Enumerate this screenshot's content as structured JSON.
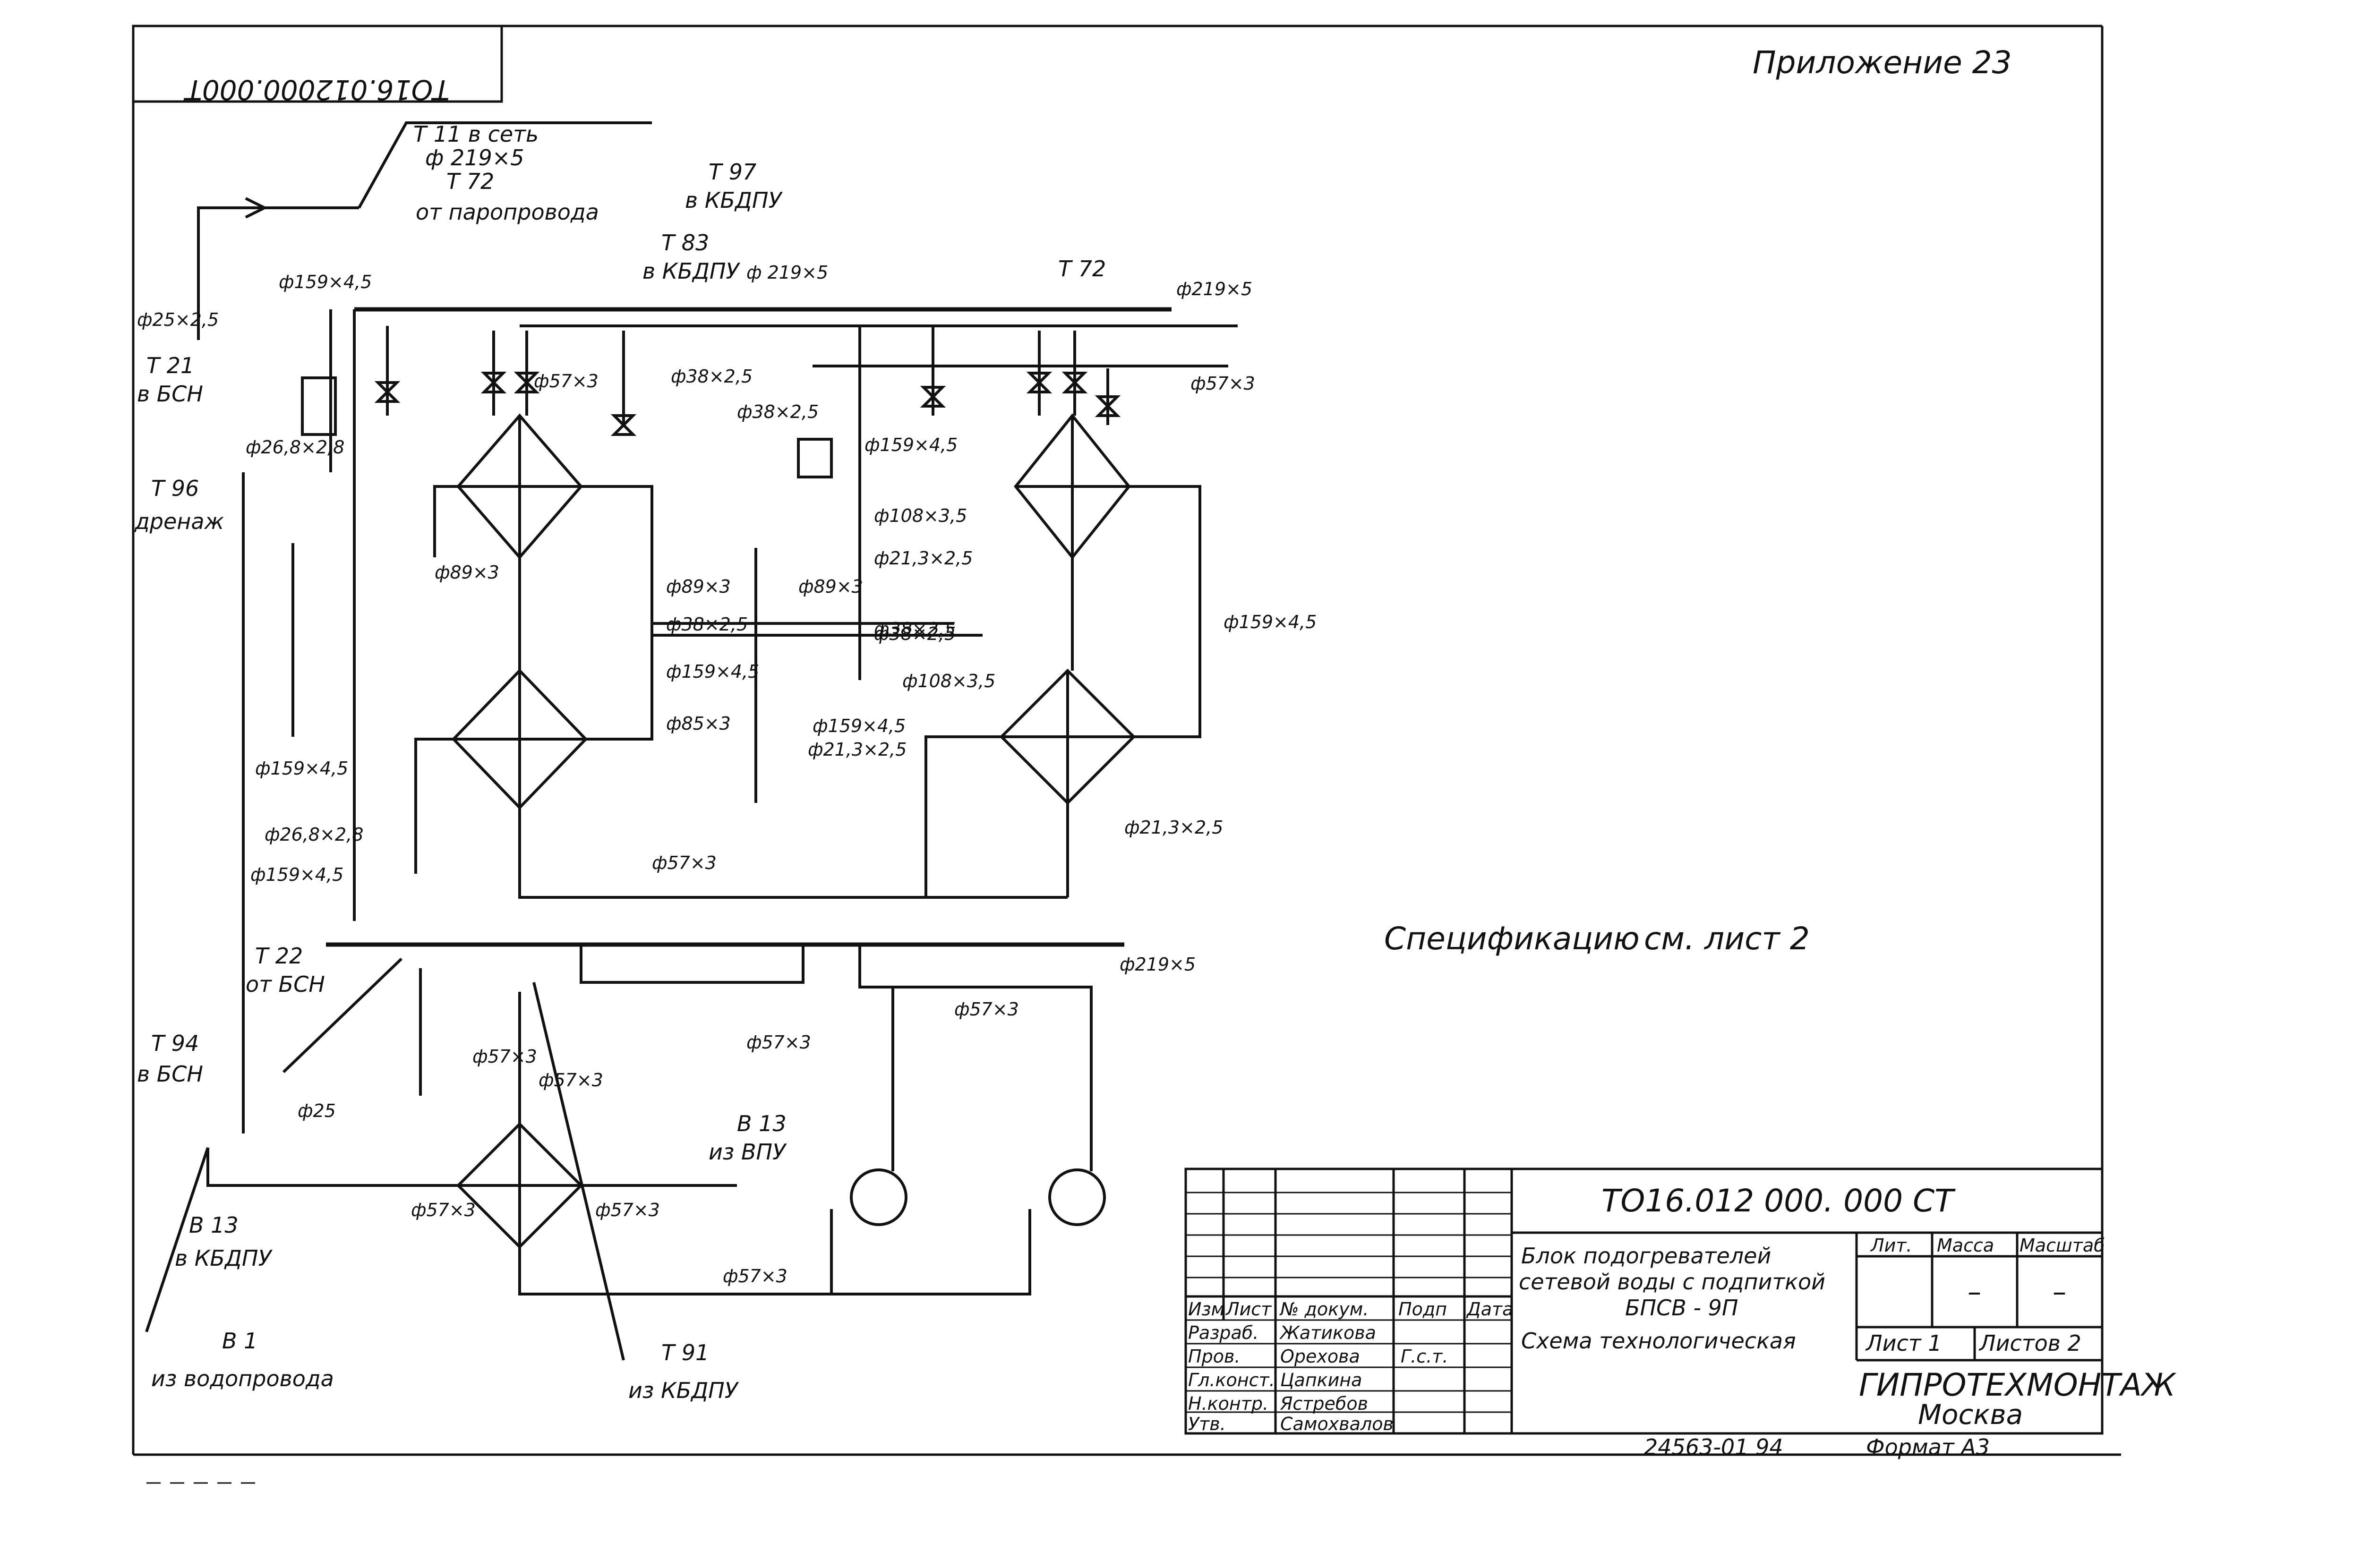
{
  "header": {
    "appendix": "Приложение 23",
    "mirrored_code": "ТО16.012000.000Т"
  },
  "note": {
    "spec": "Спецификацию",
    "spec_ref": "см. лист 2"
  },
  "lines": [
    {
      "id": "t11",
      "code": "Т 11 в сеть",
      "size": "ф 219×5"
    },
    {
      "id": "t72a",
      "code": "Т 72",
      "desc": "от паропровода"
    },
    {
      "id": "t97",
      "code": "Т 97",
      "desc": "в КБДПУ"
    },
    {
      "id": "t83",
      "code": "Т 83",
      "desc": "в КБДПУ"
    },
    {
      "id": "t72b",
      "code": "Т 72"
    },
    {
      "id": "t21",
      "code": "Т 21",
      "desc": "в БСН"
    },
    {
      "id": "t96",
      "code": "Т 96",
      "desc": "дренаж"
    },
    {
      "id": "t22",
      "code": "Т 22",
      "desc": "от БСН"
    },
    {
      "id": "t94",
      "code": "Т 94",
      "desc": "в БСН"
    },
    {
      "id": "b13a",
      "code": "В 13",
      "desc": "из ВПУ"
    },
    {
      "id": "b13b",
      "code": "В 13",
      "desc": "в КБДПУ"
    },
    {
      "id": "b1",
      "code": "В 1",
      "desc": "из водопровода"
    },
    {
      "id": "t91",
      "code": "Т 91",
      "desc": "из КБДПУ"
    }
  ],
  "sizes": [
    "ф 219×5",
    "ф159×4,5",
    "ф25×2,5",
    "ф26,8×2,8",
    "ф57×3",
    "ф38×2,5",
    "ф38×2,5",
    "ф108×3,5",
    "ф21,3×2,5",
    "ф89×3",
    "ф89×3",
    "ф38×2,5",
    "ф159×4,5",
    "ф85×3",
    "ф89×3",
    "ф38×2,5",
    "ф159×4,5",
    "ф219×5",
    "ф57×3",
    "ф159×4,5",
    "ф108×3,5",
    "ф159×4,5",
    "ф21,3×2,5",
    "ф159×4,5",
    "ф26,8×2,8",
    "ф159×4,5",
    "ф219×5",
    "ф57×3",
    "ф57×3",
    "ф57×3",
    "ф57×3",
    "ф57×3",
    "ф57×3",
    "ф57×3",
    "ф25",
    "ф21,3×2,5",
    "ф38×2,5",
    "ф57×3"
  ],
  "title_block": {
    "doc_code": "ТО16.012 000. 000 СТ",
    "title_line1": "Блок подогревателей",
    "title_line2": "сетевой воды с подпиткой",
    "title_line3": "БПСВ - 9П",
    "title_line4": "Схема технологическая",
    "col_izm": "Изм",
    "col_list": "Лист",
    "col_doc": "№ докум.",
    "col_sign": "Подп",
    "col_date": "Дата",
    "role_razrab": "Разраб.",
    "role_prov": "Пров.",
    "role_glkonstr": "Гл.конст.",
    "role_nkontr": "Н.контр.",
    "role_utv": "Утв.",
    "name_razrab": "Жатикова",
    "name_prov": "Орехова",
    "name_glkonstr": "Цапкина",
    "name_nkontr": "Ястребов",
    "name_utv": "Самохвалов",
    "sign_prov": "Г.с.т.",
    "lit": "Лит.",
    "mass": "Масса",
    "scale": "Масштаб",
    "mass_val": "–",
    "scale_val": "–",
    "sheet": "Лист 1",
    "sheets": "Листов 2",
    "org": "ГИПРОТЕХМОНТАЖ",
    "city": "Москва"
  },
  "footer": {
    "inv": "24563-01 94",
    "format": "Формат А3"
  }
}
